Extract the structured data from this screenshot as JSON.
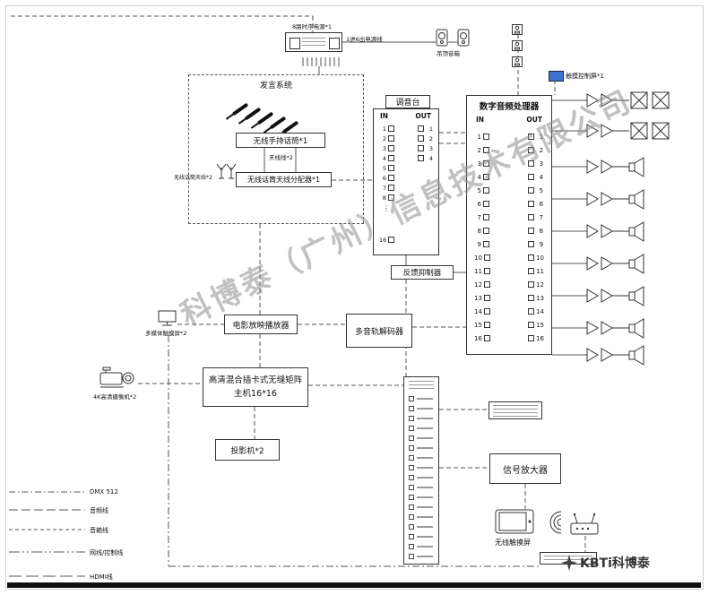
{
  "watermark": "科博泰（广州）信息技术有限公司",
  "footer_logo": "KBTi科博泰",
  "top": {
    "power_sequencer_label": "8路时序电源*1",
    "power_cable_label": "1进6出电源线",
    "ceiling_speaker_label": "吊顶音箱",
    "touch_panel_label": "触摸控制屏*1"
  },
  "speech_system": {
    "title": "发言系统",
    "handheld_mic": "无线手持话筒*1",
    "antenna_cable": "天线线*2",
    "antenna": "无线话筒天线*2",
    "antenna_distributor": "无线话筒天线分配器*1"
  },
  "mixer": {
    "title": "调音台",
    "in_label": "IN",
    "out_label": "OUT",
    "in_channels": [
      "1",
      "2",
      "3",
      "4",
      "5",
      "6",
      "7",
      "8"
    ],
    "in_ellipsis": "⋮",
    "in_last": "16",
    "out_channels": [
      "1",
      "2",
      "3",
      "4"
    ]
  },
  "dsp": {
    "title": "数字音频处理器",
    "in_label": "IN",
    "out_label": "OUT",
    "channels": [
      "1",
      "2",
      "3",
      "4",
      "5",
      "6",
      "7",
      "8",
      "9",
      "10",
      "11",
      "12",
      "13",
      "14",
      "15",
      "16"
    ]
  },
  "devices": {
    "feedback_suppressor": "反馈抑制器",
    "movie_player": "电影放映播放器",
    "multitrack_decoder": "多音轨解码器",
    "multimedia_touchscreen": "多媒体触摸屏*2",
    "matrix_line1": "高清混合插卡式无缝矩阵",
    "matrix_line2": "主机16*16",
    "camera": "4K高清摄像机*2",
    "projector": "投影机*2",
    "signal_amplifier": "信号放大器",
    "wireless_touchscreen": "无线触摸屏"
  },
  "legend": [
    {
      "label": "DMX 512"
    },
    {
      "label": "音频线"
    },
    {
      "label": "音箱线"
    },
    {
      "label": "网线/控制线"
    },
    {
      "label": "HDMI线"
    }
  ],
  "amplifier_rows": [
    {
      "speaker": "double"
    },
    {
      "speaker": "double"
    },
    {
      "speaker": "horn"
    },
    {
      "speaker": "horn"
    },
    {
      "speaker": "horn"
    },
    {
      "speaker": "horn"
    },
    {
      "speaker": "horn"
    },
    {
      "speaker": "horn"
    },
    {
      "speaker": "horn"
    }
  ],
  "colors": {
    "touch_panel_blue": "#3f72cf",
    "line": "#555"
  }
}
